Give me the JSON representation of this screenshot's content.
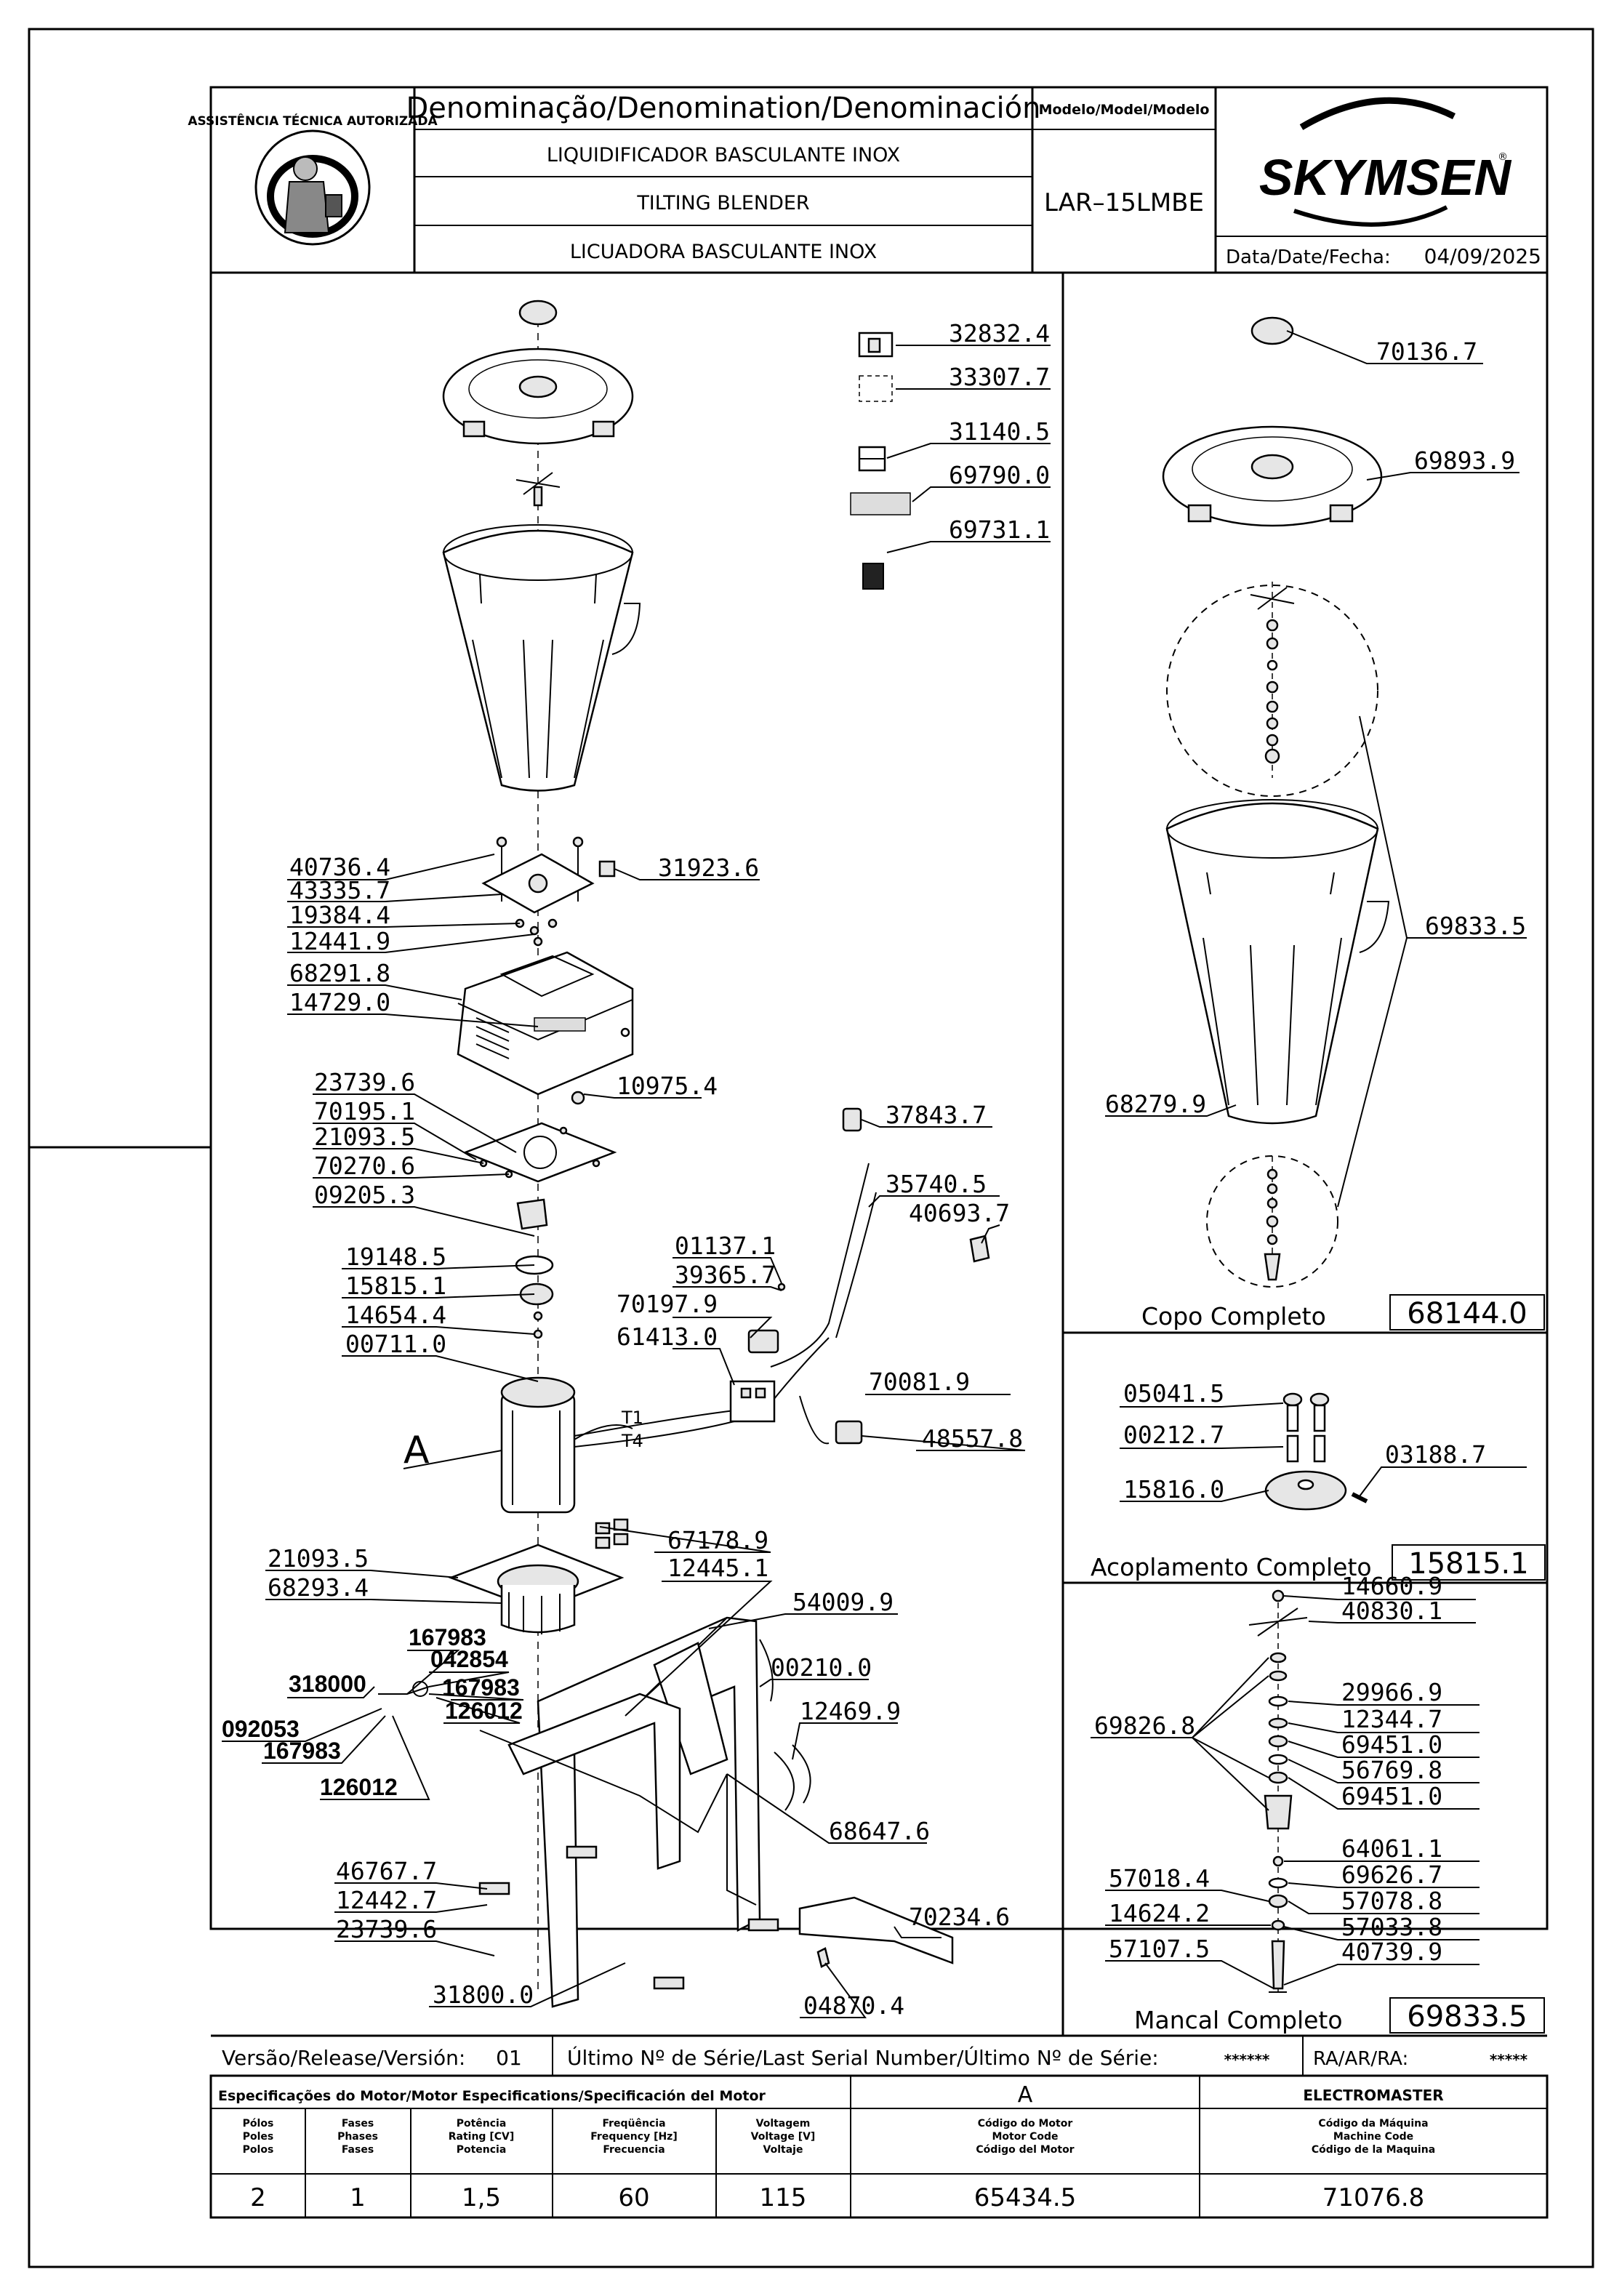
{
  "header": {
    "denomination_label": "Denominação/Denomination/Denominación",
    "names": [
      "LIQUIDIFICADOR BASCULANTE INOX",
      "TILTING BLENDER",
      "LICUADORA BASCULANTE INOX"
    ],
    "model_label": "Modelo/Model/Modelo",
    "model": "LAR–15LMBE",
    "brand": "SKYMSEN",
    "date_label": "Data/Date/Fecha:",
    "date": "04/09/2025",
    "seal_text": "ASSISTÊNCIA TÉCNICA AUTORIZADA"
  },
  "parts_main": [
    {
      "id": "p32832",
      "num": "32832.4"
    },
    {
      "id": "p33307",
      "num": "33307.7"
    },
    {
      "id": "p31140",
      "num": "31140.5"
    },
    {
      "id": "p69790",
      "num": "69790.0"
    },
    {
      "id": "p69731",
      "num": "69731.1"
    },
    {
      "id": "p40736",
      "num": "40736.4"
    },
    {
      "id": "p43335",
      "num": "43335.7"
    },
    {
      "id": "p19384",
      "num": "19384.4"
    },
    {
      "id": "p12441",
      "num": "12441.9"
    },
    {
      "id": "p68291",
      "num": "68291.8"
    },
    {
      "id": "p14729",
      "num": "14729.0"
    },
    {
      "id": "p31923",
      "num": "31923.6"
    },
    {
      "id": "p23739a",
      "num": "23739.6"
    },
    {
      "id": "p70195",
      "num": "70195.1"
    },
    {
      "id": "p21093a",
      "num": "21093.5"
    },
    {
      "id": "p70270",
      "num": "70270.6"
    },
    {
      "id": "p09205",
      "num": "09205.3"
    },
    {
      "id": "p10975",
      "num": "10975.4"
    },
    {
      "id": "p19148",
      "num": "19148.5"
    },
    {
      "id": "p15815",
      "num": "15815.1"
    },
    {
      "id": "p14654",
      "num": "14654.4"
    },
    {
      "id": "p00711",
      "num": "00711.0"
    },
    {
      "id": "p37843",
      "num": "37843.7"
    },
    {
      "id": "p35740",
      "num": "35740.5"
    },
    {
      "id": "p40693",
      "num": "40693.7"
    },
    {
      "id": "p01137",
      "num": "01137.1"
    },
    {
      "id": "p39365",
      "num": "39365.7"
    },
    {
      "id": "p70197",
      "num": "70197.9"
    },
    {
      "id": "p61413",
      "num": "61413.0"
    },
    {
      "id": "p70081",
      "num": "70081.9"
    },
    {
      "id": "p48557",
      "num": "48557.8"
    },
    {
      "id": "pA",
      "num": "A"
    },
    {
      "id": "p21093b",
      "num": "21093.5"
    },
    {
      "id": "p68293",
      "num": "68293.4"
    },
    {
      "id": "p67178",
      "num": "67178.9"
    },
    {
      "id": "p12445",
      "num": "12445.1"
    },
    {
      "id": "p54009",
      "num": "54009.9"
    },
    {
      "id": "p00210",
      "num": "00210.0"
    },
    {
      "id": "p12469",
      "num": "12469.9"
    },
    {
      "id": "p68647",
      "num": "68647.6"
    },
    {
      "id": "p46767",
      "num": "46767.7"
    },
    {
      "id": "p12442",
      "num": "12442.7"
    },
    {
      "id": "p23739b",
      "num": "23739.6"
    },
    {
      "id": "p70234",
      "num": "70234.6"
    },
    {
      "id": "p31800",
      "num": "31800.0"
    },
    {
      "id": "p04870",
      "num": "04870.4"
    }
  ],
  "wire_labels": {
    "w167983a": "167983",
    "w318000": "318000",
    "w042854": "042854",
    "w167983b": "167983",
    "w126012a": "126012",
    "w092053": "092053",
    "w167983c": "167983",
    "w126012b": "126012",
    "t1": "T1",
    "t4": "T4"
  },
  "cup_assembly": {
    "title": "Copo Completo",
    "code": "68144.0",
    "parts": [
      {
        "id": "c70136",
        "num": "70136.7"
      },
      {
        "id": "c69893",
        "num": "69893.9"
      },
      {
        "id": "c69833",
        "num": "69833.5"
      },
      {
        "id": "c68279",
        "num": "68279.9"
      }
    ]
  },
  "coupling_assembly": {
    "title": "Acoplamento Completo",
    "code": "15815.1",
    "parts": [
      {
        "id": "a05041",
        "num": "05041.5"
      },
      {
        "id": "a00212",
        "num": "00212.7"
      },
      {
        "id": "a03188",
        "num": "03188.7"
      },
      {
        "id": "a15816",
        "num": "15816.0"
      }
    ]
  },
  "bearing_assembly": {
    "title": "Mancal Completo",
    "code": "69833.5",
    "parts": [
      {
        "id": "b14660",
        "num": "14660.9"
      },
      {
        "id": "b40830",
        "num": "40830.1"
      },
      {
        "id": "b69826",
        "num": "69826.8"
      },
      {
        "id": "b29966",
        "num": "29966.9"
      },
      {
        "id": "b12344",
        "num": "12344.7"
      },
      {
        "id": "b69451a",
        "num": "69451.0"
      },
      {
        "id": "b56769",
        "num": "56769.8"
      },
      {
        "id": "b69451b",
        "num": "69451.0"
      },
      {
        "id": "b64061",
        "num": "64061.1"
      },
      {
        "id": "b69626",
        "num": "69626.7"
      },
      {
        "id": "b57018",
        "num": "57018.4"
      },
      {
        "id": "b57078",
        "num": "57078.8"
      },
      {
        "id": "b14624",
        "num": "14624.2"
      },
      {
        "id": "b57033",
        "num": "57033.8"
      },
      {
        "id": "b57107",
        "num": "57107.5"
      },
      {
        "id": "b40739",
        "num": "40739.9"
      }
    ]
  },
  "release_row": {
    "version_label": "Versão/Release/Versión:",
    "version": "01",
    "serial_label": "Último Nº de Série/Last Serial Number/Último Nº de Série:",
    "serial": "******",
    "ra_label": "RA/AR/RA:",
    "ra": "*****"
  },
  "motor_spec": {
    "header": "Especificações do Motor/Motor Especifications/Specificación del Motor",
    "motor_letter": "A",
    "manufacturer": "ELECTROMASTER",
    "col_poles": [
      "Pólos",
      "Poles",
      "Polos"
    ],
    "col_phases": [
      "Fases",
      "Phases",
      "Fases"
    ],
    "col_power": [
      "Potência",
      "Rating [CV]",
      "Potencia"
    ],
    "col_freq": [
      "Freqüência",
      "Frequency [Hz]",
      "Frecuencia"
    ],
    "col_volt": [
      "Voltagem",
      "Voltage [V]",
      "Voltaje"
    ],
    "col_motor_code": [
      "Código do Motor",
      "Motor Code",
      "Código del Motor"
    ],
    "col_machine_code": [
      "Código da Máquina",
      "Machine Code",
      "Código de la Maquina"
    ],
    "poles": "2",
    "phases": "1",
    "power": "1,5",
    "frequency": "60",
    "voltage": "115",
    "motor_code": "65434.5",
    "machine_code": "71076.8"
  }
}
